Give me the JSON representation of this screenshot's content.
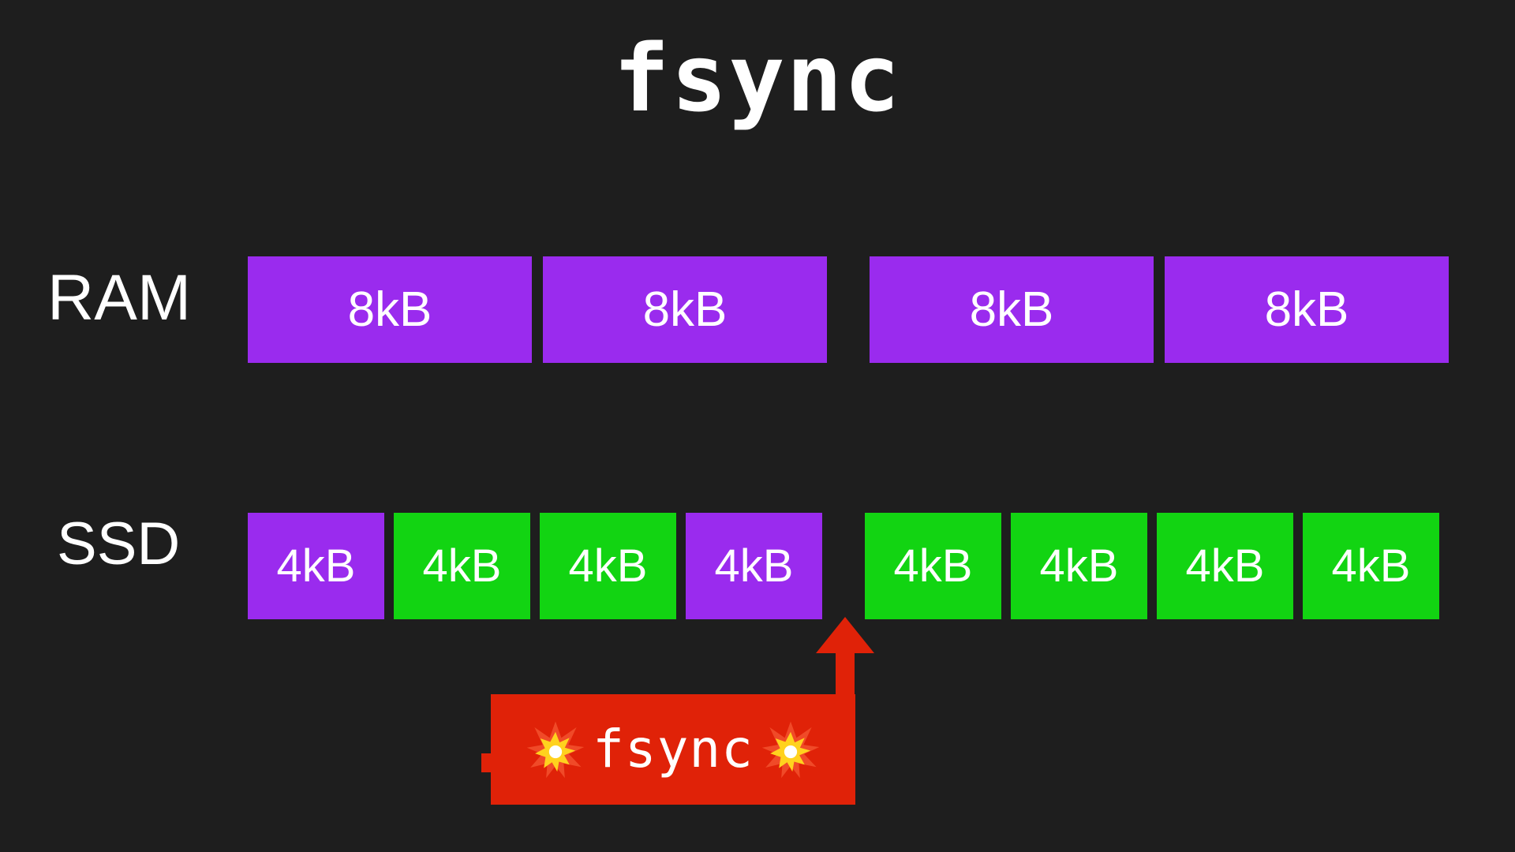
{
  "page": {
    "title": "fsync",
    "background_color": "#1e1e1e",
    "text_color": "#ffffff"
  },
  "colors": {
    "background": "#1e1e1e",
    "purple": "#9a2bee",
    "green": "#12d412",
    "red": "#e02208",
    "white": "#ffffff"
  },
  "rows": {
    "ram": {
      "label": "RAM",
      "groups": [
        {
          "blocks": [
            {
              "size": "8kB",
              "color": "purple"
            },
            {
              "size": "8kB",
              "color": "purple"
            }
          ]
        },
        {
          "blocks": [
            {
              "size": "8kB",
              "color": "purple"
            },
            {
              "size": "8kB",
              "color": "purple"
            }
          ]
        }
      ]
    },
    "ssd": {
      "label": "SSD",
      "groups": [
        {
          "blocks": [
            {
              "size": "4kB",
              "color": "purple"
            },
            {
              "size": "4kB",
              "color": "green"
            },
            {
              "size": "4kB",
              "color": "green"
            },
            {
              "size": "4kB",
              "color": "purple"
            }
          ]
        },
        {
          "blocks": [
            {
              "size": "4kB",
              "color": "green"
            },
            {
              "size": "4kB",
              "color": "green"
            },
            {
              "size": "4kB",
              "color": "green"
            },
            {
              "size": "4kB",
              "color": "green"
            }
          ]
        }
      ]
    }
  },
  "callout": {
    "label": "fsync",
    "left_icon": "collision-icon",
    "right_icon": "collision-icon",
    "arrow_direction": "up",
    "box_color": "#e02208",
    "arrow_color": "#e02208"
  }
}
